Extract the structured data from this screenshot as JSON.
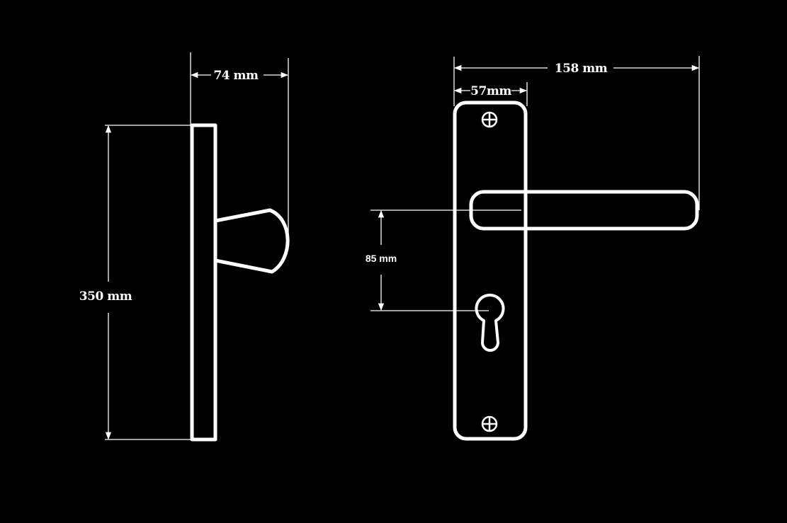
{
  "colors": {
    "background": "#000000",
    "line": "#ffffff"
  },
  "dimensions": {
    "side_depth": "74 mm",
    "side_height": "350 mm",
    "total_width": "158 mm",
    "plate_width": "57mm",
    "center_distance": "85 mm"
  }
}
